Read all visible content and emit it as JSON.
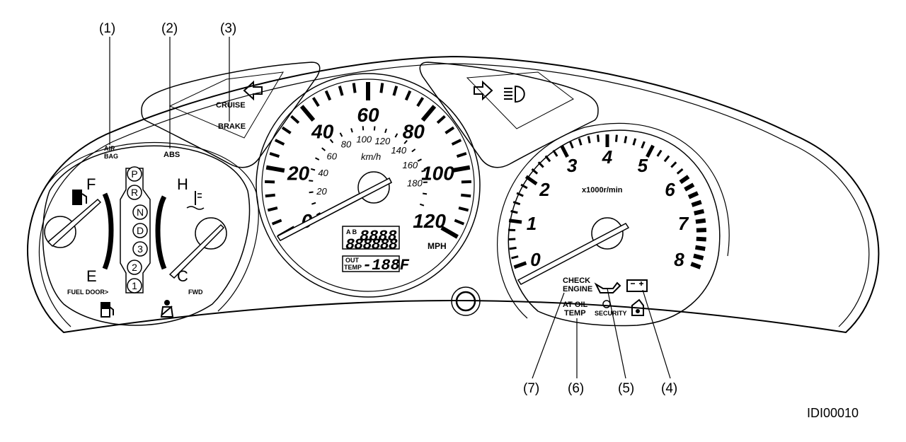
{
  "callouts": [
    "(1)",
    "(2)",
    "(3)",
    "(4)",
    "(5)",
    "(6)",
    "(7)"
  ],
  "indicators": {
    "cruise": "CRUISE",
    "brake": "BRAKE",
    "airbag_line1": "AIR",
    "airbag_line2": "BAG",
    "abs": "ABS",
    "check_engine_line1": "CHECK",
    "check_engine_line2": "ENGINE",
    "at_oil_temp_line1": "AT OIL",
    "at_oil_temp_line2": "TEMP",
    "security": "SECURITY"
  },
  "fuel_gauge": {
    "full": "F",
    "empty": "E",
    "door_label": "FUEL DOOR>"
  },
  "temp_gauge": {
    "hot": "H",
    "cold": "C",
    "fwd": "FWD"
  },
  "gear_positions": [
    "P",
    "R",
    "N",
    "D",
    "3",
    "2",
    "1"
  ],
  "speedometer": {
    "mph_marks": [
      "0",
      "20",
      "40",
      "60",
      "80",
      "100",
      "120"
    ],
    "kmh_marks": [
      "20",
      "40",
      "60",
      "80",
      "100",
      "120",
      "140",
      "160",
      "180"
    ],
    "kmh_unit": "km/h",
    "mph_unit": "MPH",
    "odo_display": "888888",
    "trip_display": "8888",
    "trip_tag": "A B",
    "out_temp_tag_line1": "OUT",
    "out_temp_tag_line2": "TEMP",
    "out_temp_display": "-188F"
  },
  "tachometer": {
    "marks": [
      "0",
      "1",
      "2",
      "3",
      "4",
      "5",
      "6",
      "7",
      "8"
    ],
    "unit": "x1000r/min"
  },
  "figure_code": "IDI00010"
}
